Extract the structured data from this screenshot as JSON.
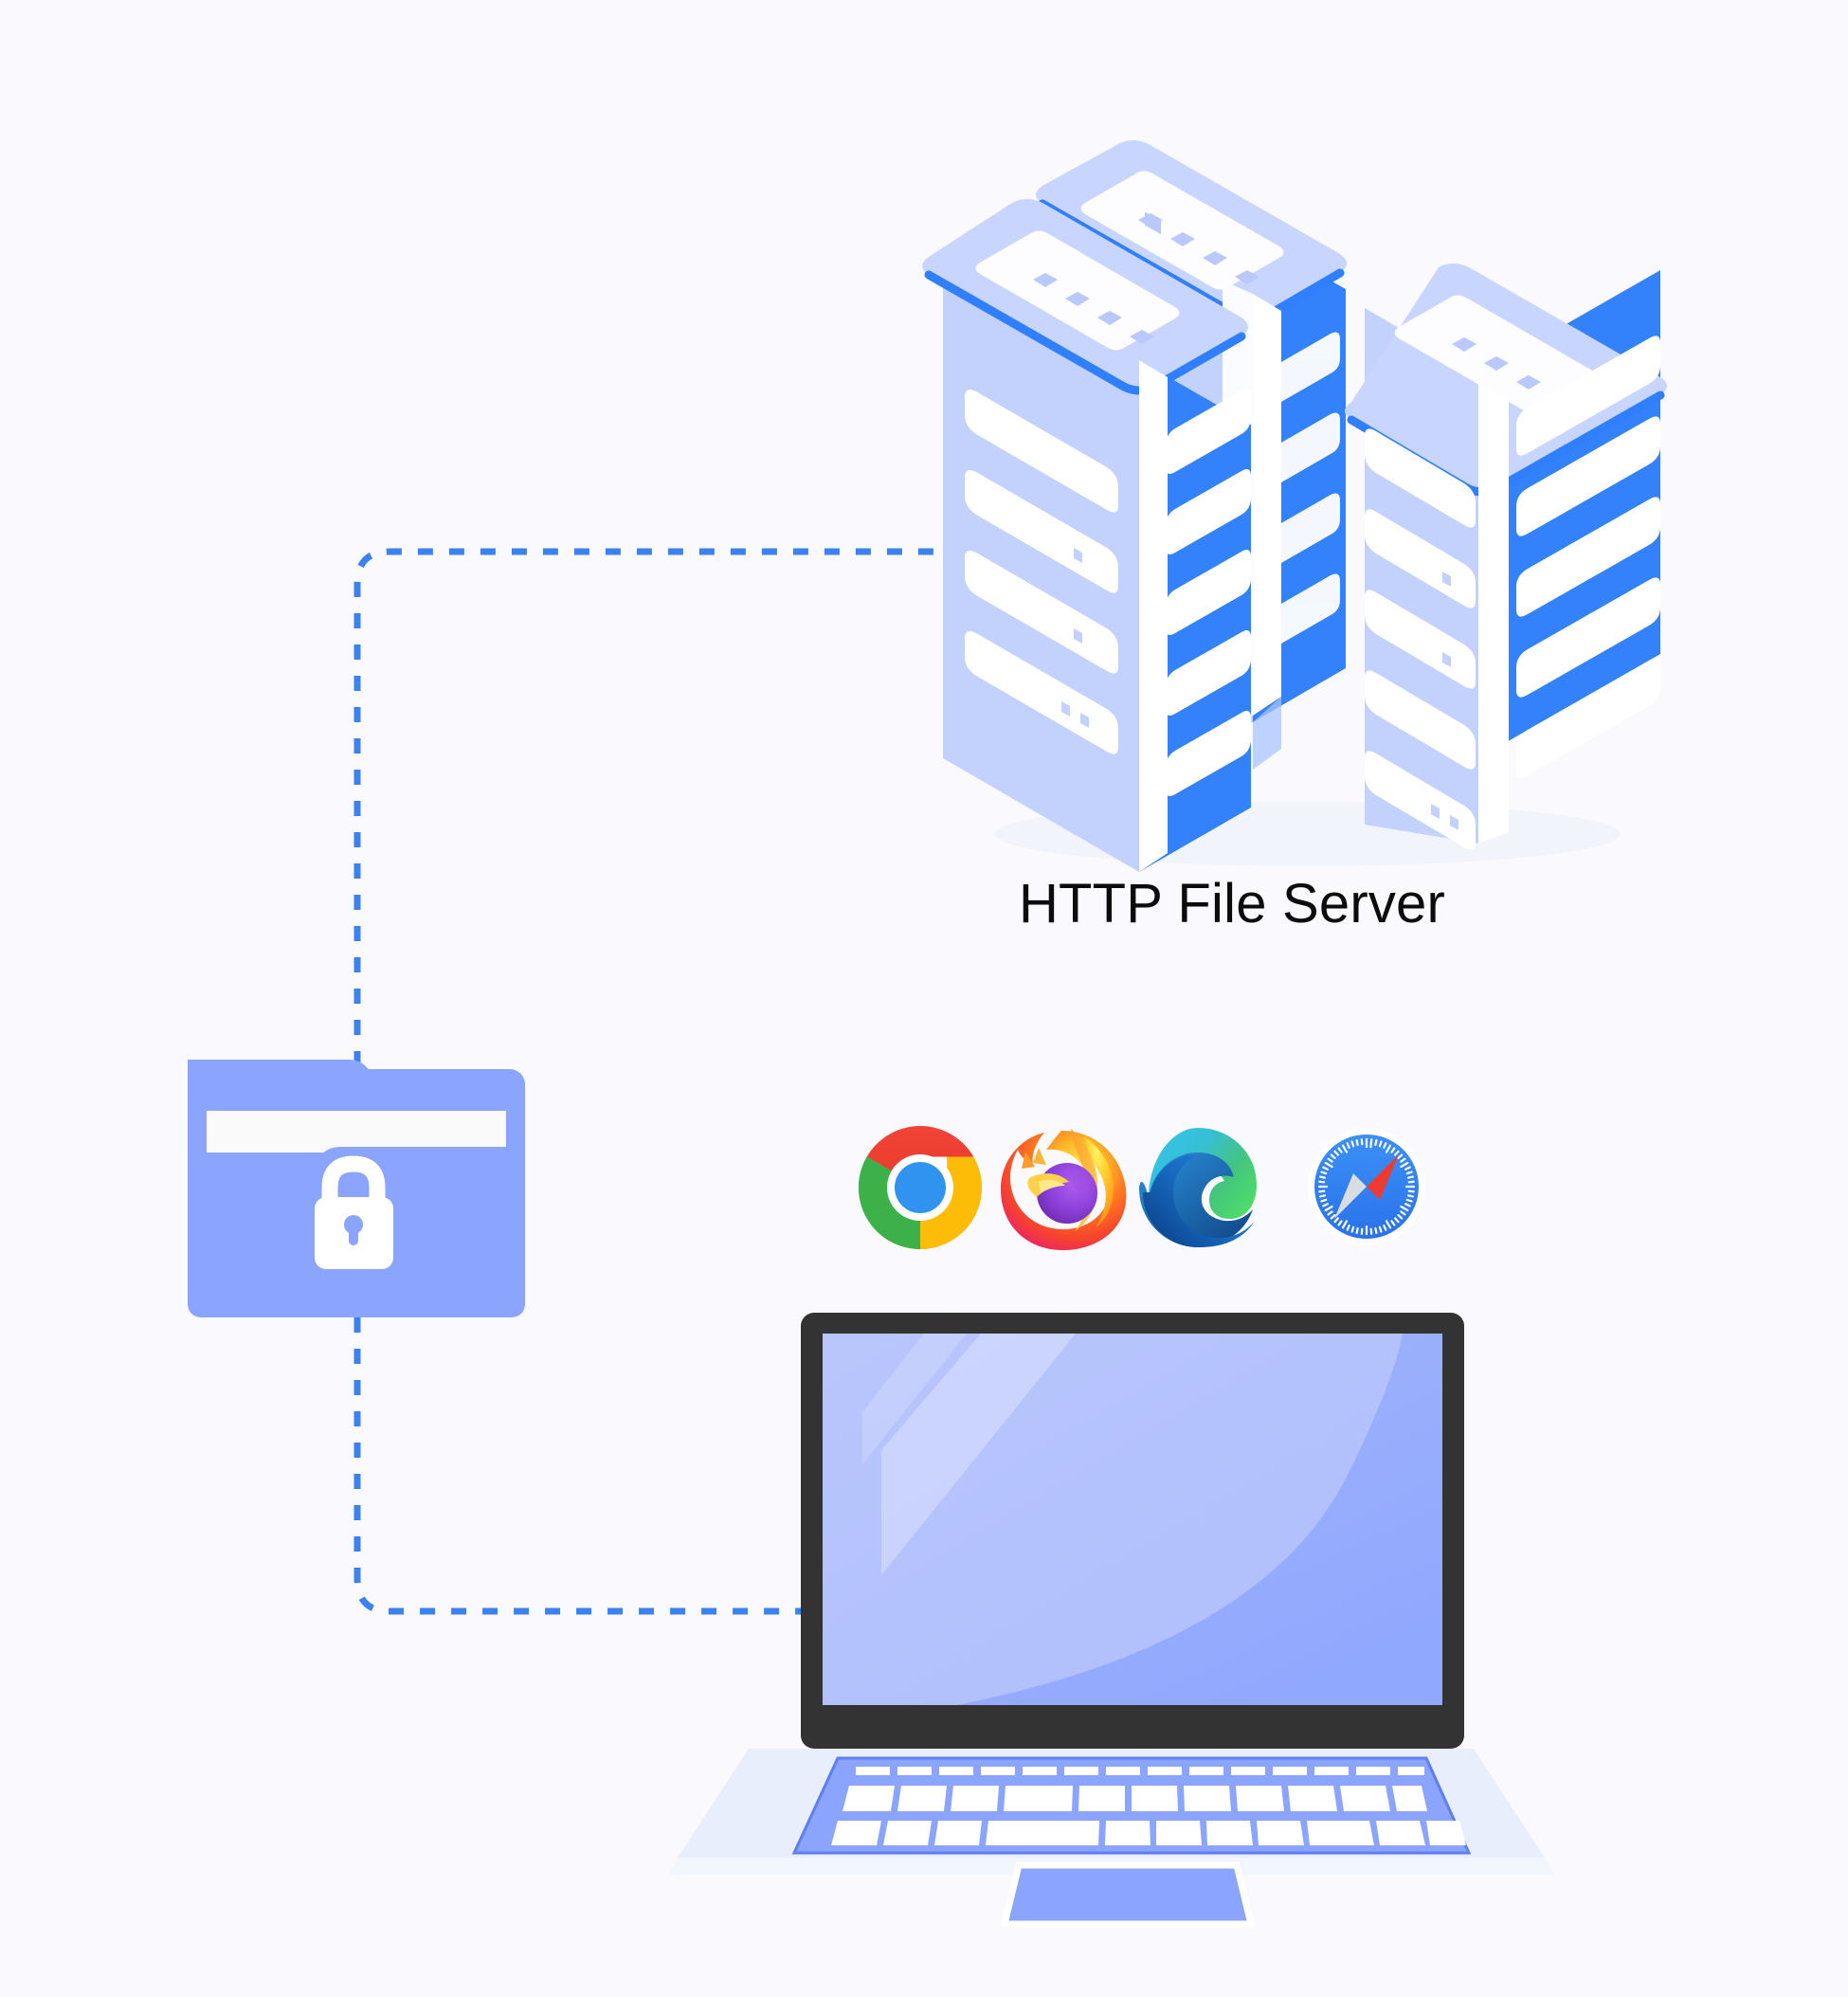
{
  "diagram": {
    "title": "HTTP File Server architecture diagram",
    "background_color": "#fafafe"
  },
  "server": {
    "label": "HTTP File Server",
    "icon": "server-rack-icon",
    "rack_count": 3,
    "colors": {
      "front_face": "#c3d2fd",
      "right_face": "#3381fb",
      "top_face": "#c8d5fe",
      "edge_highlight": "#2f7fff",
      "blade": "#ffffff"
    },
    "leds_per_rack": 4
  },
  "folder": {
    "name": "secure-folder",
    "icon": "folder-lock-icon",
    "colors": {
      "body": "#8ba4fe",
      "paper": "#fafafa",
      "lock": "#ffffff"
    }
  },
  "browsers": [
    {
      "name": "Chrome",
      "icon": "chrome-icon"
    },
    {
      "name": "Firefox",
      "icon": "firefox-icon"
    },
    {
      "name": "Edge",
      "icon": "edge-icon"
    },
    {
      "name": "Safari",
      "icon": "safari-icon"
    }
  ],
  "laptop": {
    "name": "client-laptop",
    "icon": "laptop-icon",
    "colors": {
      "bezel": "#333333",
      "screen": "#b6c4fb",
      "screen_shade": "#8ba4fe",
      "screen_highlight": "#c9d4fd",
      "base": "#e8eefc",
      "keys": "#ffffff",
      "keyboard": "#8ba4fe"
    }
  },
  "connectors": [
    {
      "name": "folder-to-server-link",
      "from": "secure-folder",
      "to": "HTTP File Server",
      "style": "dashed",
      "color": "#3b82f0"
    },
    {
      "name": "folder-to-laptop-link",
      "from": "secure-folder",
      "to": "client-laptop",
      "style": "dashed",
      "color": "#3b82f0"
    }
  ]
}
